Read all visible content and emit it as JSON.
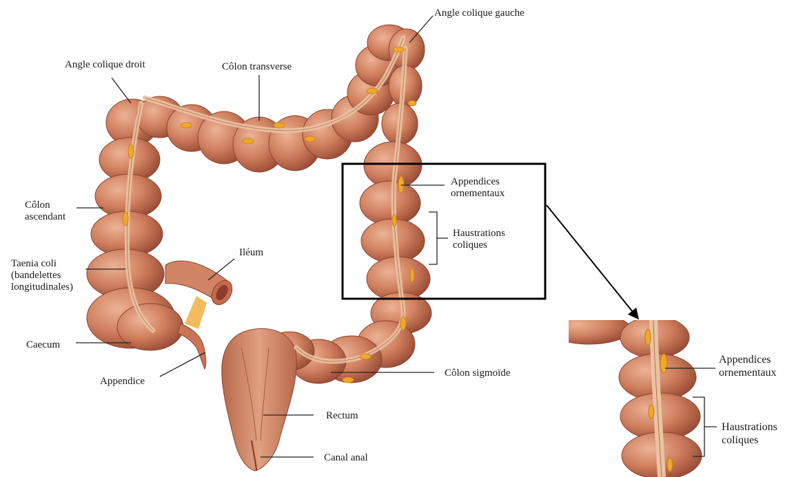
{
  "labels": {
    "angle_colique_gauche": "Angle colique gauche",
    "angle_colique_droit": "Angle colique droit",
    "colon_transverse": "Côlon transverse",
    "colon_ascendant": "Côlon\nascendant",
    "taenia_coli": "Taenia coli\n(bandelettes\nlongitudinales)",
    "ileum": "Iléum",
    "caecum": "Caecum",
    "appendice": "Appendice",
    "appendices_ornementaux": "Appendices\nornementaux",
    "haustrations_coliques": "Haustrations\ncoliques",
    "colon_sigmoide": "Côlon sigmoïde",
    "rectum": "Rectum",
    "canal_anal": "Canal anal"
  },
  "inset_labels": {
    "appendices_ornementaux": "Appendices\nornementaux",
    "haustrations_coliques": "Haustrations\ncoliques"
  },
  "colors": {
    "colon_fill": "#cf7f5e",
    "colon_light": "#e4a283",
    "colon_dark": "#9e5038",
    "taenia": "#e8b896",
    "fat_appendage": "#f0a82a",
    "outline": "#000000",
    "leader": "#222222"
  },
  "icons": {
    "inset_arrow": "arrow-down-right-icon"
  }
}
